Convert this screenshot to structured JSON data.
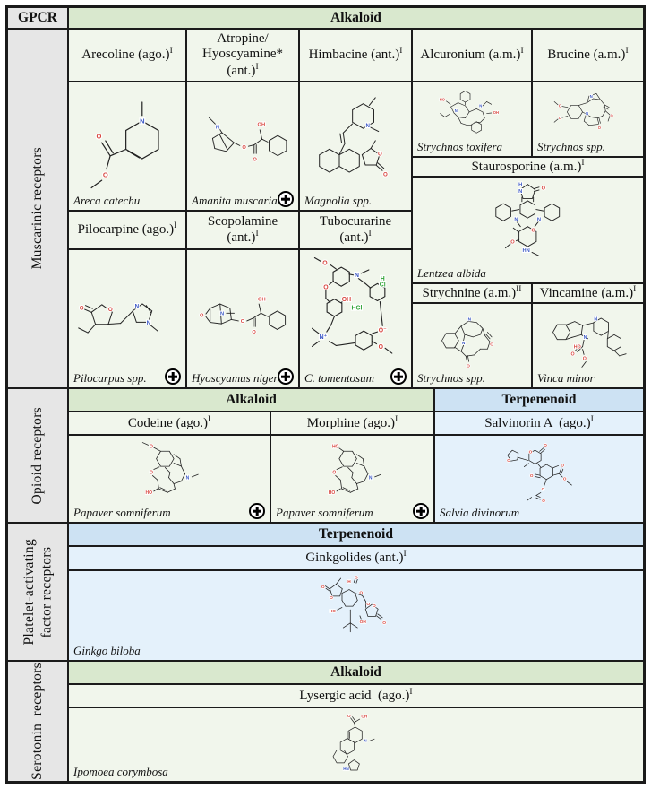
{
  "header": {
    "gpcr": "GPCR",
    "class": "Alkaloid"
  },
  "musc": {
    "label": "Muscarinic receptors",
    "row1": [
      {
        "name": "Arecoline (ago.)",
        "sup": "I",
        "species": "Areca catechu",
        "toxic": false
      },
      {
        "name": "Atropine/\nHyoscyamine*\n(ant.)",
        "sup": "I",
        "species": "Amanita muscaria",
        "toxic": true
      },
      {
        "name": "Himbacine (ant.)",
        "sup": "I",
        "species": "Magnolia spp.",
        "toxic": false
      },
      {
        "name": "Alcuronium (a.m.)",
        "sup": "I",
        "species": "Strychnos toxifera",
        "toxic": false
      },
      {
        "name": "Brucine (a.m.)",
        "sup": "I",
        "species": "Strychnos spp.",
        "toxic": false
      }
    ],
    "row2": [
      {
        "name": "Pilocarpine (ago.)",
        "sup": "I",
        "species": "Pilocarpus spp.",
        "toxic": true
      },
      {
        "name": "Scopolamine\n(ant.)",
        "sup": "I",
        "species": "Hyoscyamus niger",
        "toxic": true
      },
      {
        "name": "Tubocurarine\n(ant.)",
        "sup": "I",
        "species": "C. tomentosum",
        "toxic": true
      }
    ],
    "stauro": {
      "name": "Staurosporine (a.m.)",
      "sup": "I",
      "species": "Lentzea albida",
      "toxic": false
    },
    "row3": [
      {
        "name": "Strychnine (a.m.)",
        "sup": "II",
        "species": "Strychnos spp.",
        "toxic": false
      },
      {
        "name": "Vincamine (a.m.)",
        "sup": "I",
        "species": "Vinca minor",
        "toxic": false
      }
    ]
  },
  "opioid": {
    "label": "Opioid receptors",
    "class_headers": {
      "alkaloid": "Alkaloid",
      "terpenenoid": "Terpenenoid"
    },
    "compounds": [
      {
        "name": "Codeine (ago.)",
        "sup": "I",
        "species": "Papaver somniferum",
        "toxic": true
      },
      {
        "name": "Morphine (ago.)",
        "sup": "I",
        "species": "Papaver somniferum",
        "toxic": true
      },
      {
        "name": "Salvinorin A  (ago.)",
        "sup": "I",
        "species": "Salvia divinorum",
        "toxic": false
      }
    ]
  },
  "paf": {
    "label": "Platelet-activating\nfactor receptors",
    "class_header": "Terpenenoid",
    "compound": {
      "name": "Ginkgolides (ant.)",
      "sup": "I",
      "species": "Ginkgo biloba",
      "toxic": false
    }
  },
  "sero": {
    "label": "Serotonin  receptors",
    "class_header": "Alkaloid",
    "compound": {
      "name": "Lysergic acid  (ago.)",
      "sup": "I",
      "species": "Ipomoea corymbosa",
      "toxic": false
    }
  },
  "colors": {
    "green_header": "#d9e8ce",
    "green_cell": "#f1f6ec",
    "blue_header": "#cde2f3",
    "blue_cell": "#e4f1fb",
    "gray": "#e6e6e6",
    "border": "#1b1b1b",
    "atom_o": "#d8453e",
    "atom_n": "#3a57c5",
    "atom_cl": "#2fa335"
  }
}
